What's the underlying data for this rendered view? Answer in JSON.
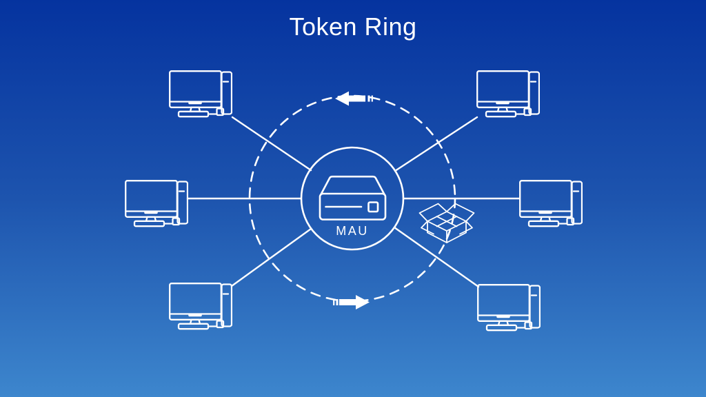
{
  "title": "Token Ring",
  "hub": {
    "label": "MAU",
    "icon": "mau-hub-device-icon",
    "shape": "circle-outline"
  },
  "ring": {
    "style": "dashed-circle",
    "direction": "counter-clockwise",
    "arrows": [
      {
        "icon": "arrow-left-icon",
        "position": "top"
      },
      {
        "icon": "arrow-right-icon",
        "position": "bottom"
      }
    ],
    "token": {
      "icon": "open-box-packet-icon",
      "position": "right-of-ring"
    }
  },
  "workstations": [
    {
      "id": "top-left",
      "icon": "desktop-computer-icon"
    },
    {
      "id": "top-right",
      "icon": "desktop-computer-icon"
    },
    {
      "id": "middle-left",
      "icon": "desktop-computer-icon"
    },
    {
      "id": "middle-right",
      "icon": "desktop-computer-icon"
    },
    {
      "id": "bottom-left",
      "icon": "desktop-computer-icon"
    },
    {
      "id": "bottom-right",
      "icon": "desktop-computer-icon"
    }
  ],
  "colors": {
    "background_top": "#05339f",
    "background_bottom": "#3d86cd",
    "line": "#ffffff",
    "text": "#ffffff"
  }
}
